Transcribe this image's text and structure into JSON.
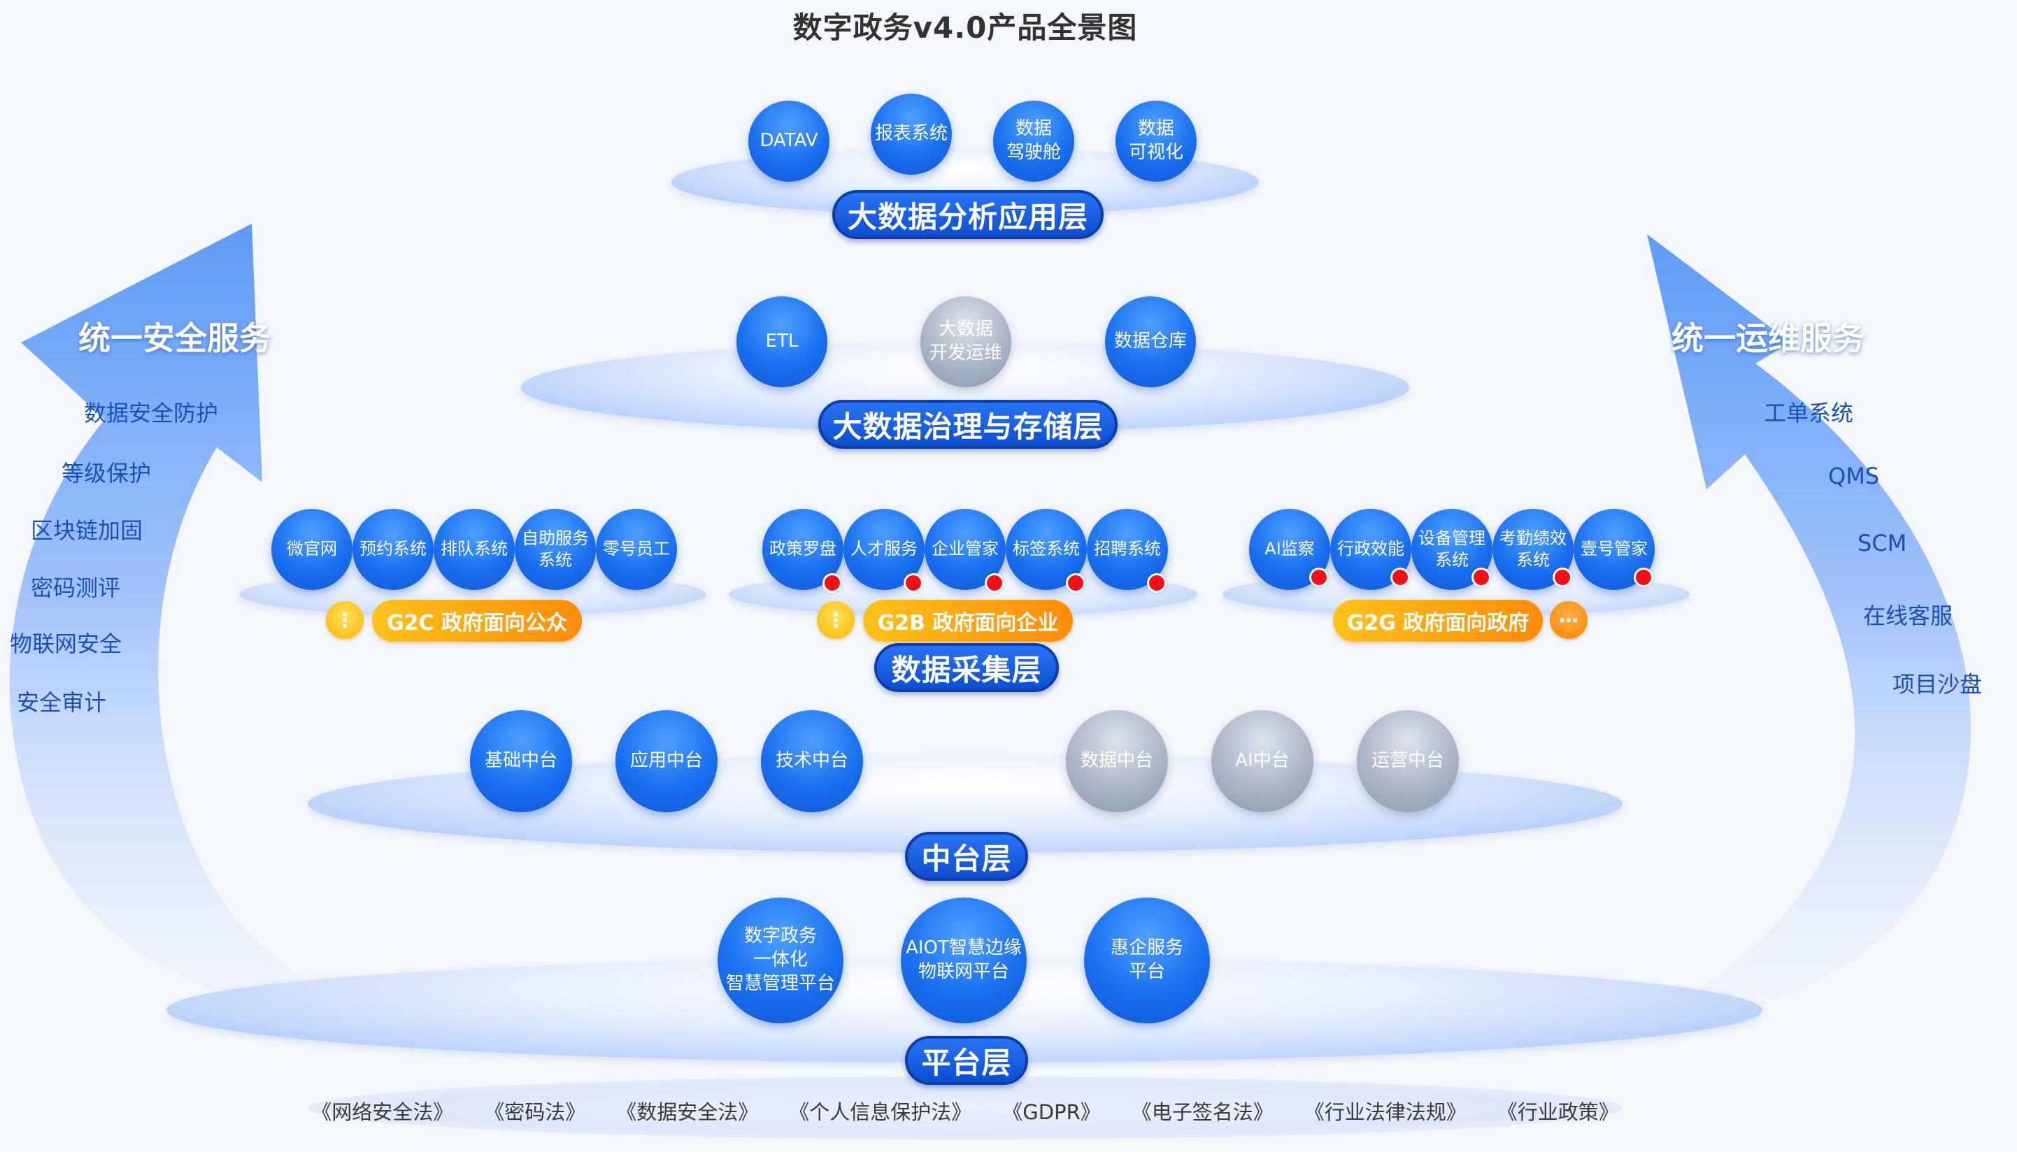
{
  "title": "数字政务v4.0产品全景图",
  "layers": {
    "analysis": {
      "label": "大数据分析应用层",
      "items": [
        "DATAV",
        "报表系统",
        "数据\n驾驶舱",
        "数据\n可视化"
      ]
    },
    "governance": {
      "label": "大数据治理与存储层",
      "items": [
        "ETL",
        "大数据\n开发运维",
        "数据仓库"
      ]
    },
    "collection": {
      "label": "数据采集层",
      "g2c": {
        "pill": "G2C  政府面向公众",
        "items": [
          "微官网",
          "预约系统",
          "排队系统",
          "自助服务\n系统",
          "零号员工"
        ]
      },
      "g2b": {
        "pill": "G2B  政府面向企业",
        "items": [
          "政策罗盘",
          "人才服务",
          "企业管家",
          "标签系统",
          "招聘系统"
        ]
      },
      "g2g": {
        "pill": "G2G  政府面向政府",
        "items": [
          "AI监察",
          "行政效能",
          "设备管理\n系统",
          "考勤绩效\n系统",
          "壹号管家"
        ]
      }
    },
    "middle": {
      "label": "中台层",
      "items": [
        "基础中台",
        "应用中台",
        "技术中台",
        "数据中台",
        "AI中台",
        "运营中台"
      ]
    },
    "platform": {
      "label": "平台层",
      "items": [
        "数字政务\n一体化\n智慧管理平台",
        "AIOT智慧边缘\n物联网平台",
        "惠企服务\n平台"
      ]
    }
  },
  "security": {
    "title": "统一安全服务",
    "items": [
      "数据安全防护",
      "等级保护",
      "区块链加固",
      "密码测评",
      "物联网安全",
      "安全审计"
    ]
  },
  "operations": {
    "title": "统一运维服务",
    "items": [
      "工单系统",
      "QMS",
      "SCM",
      "在线客服",
      "项目沙盘"
    ]
  },
  "laws": [
    "《网络安全法》",
    "《密码法》",
    "《数据安全法》",
    "《个人信息保护法》",
    "《GDPR》",
    "《电子签名法》",
    "《行业法律法规》",
    "《行业政策》"
  ],
  "colors": {
    "blue": "#1a70ef",
    "label": "#0d4ed0",
    "orange": "#ff8c0a",
    "yellow": "#ffc21a",
    "red": "#f0101a",
    "side_text": "#1b4fb8"
  }
}
